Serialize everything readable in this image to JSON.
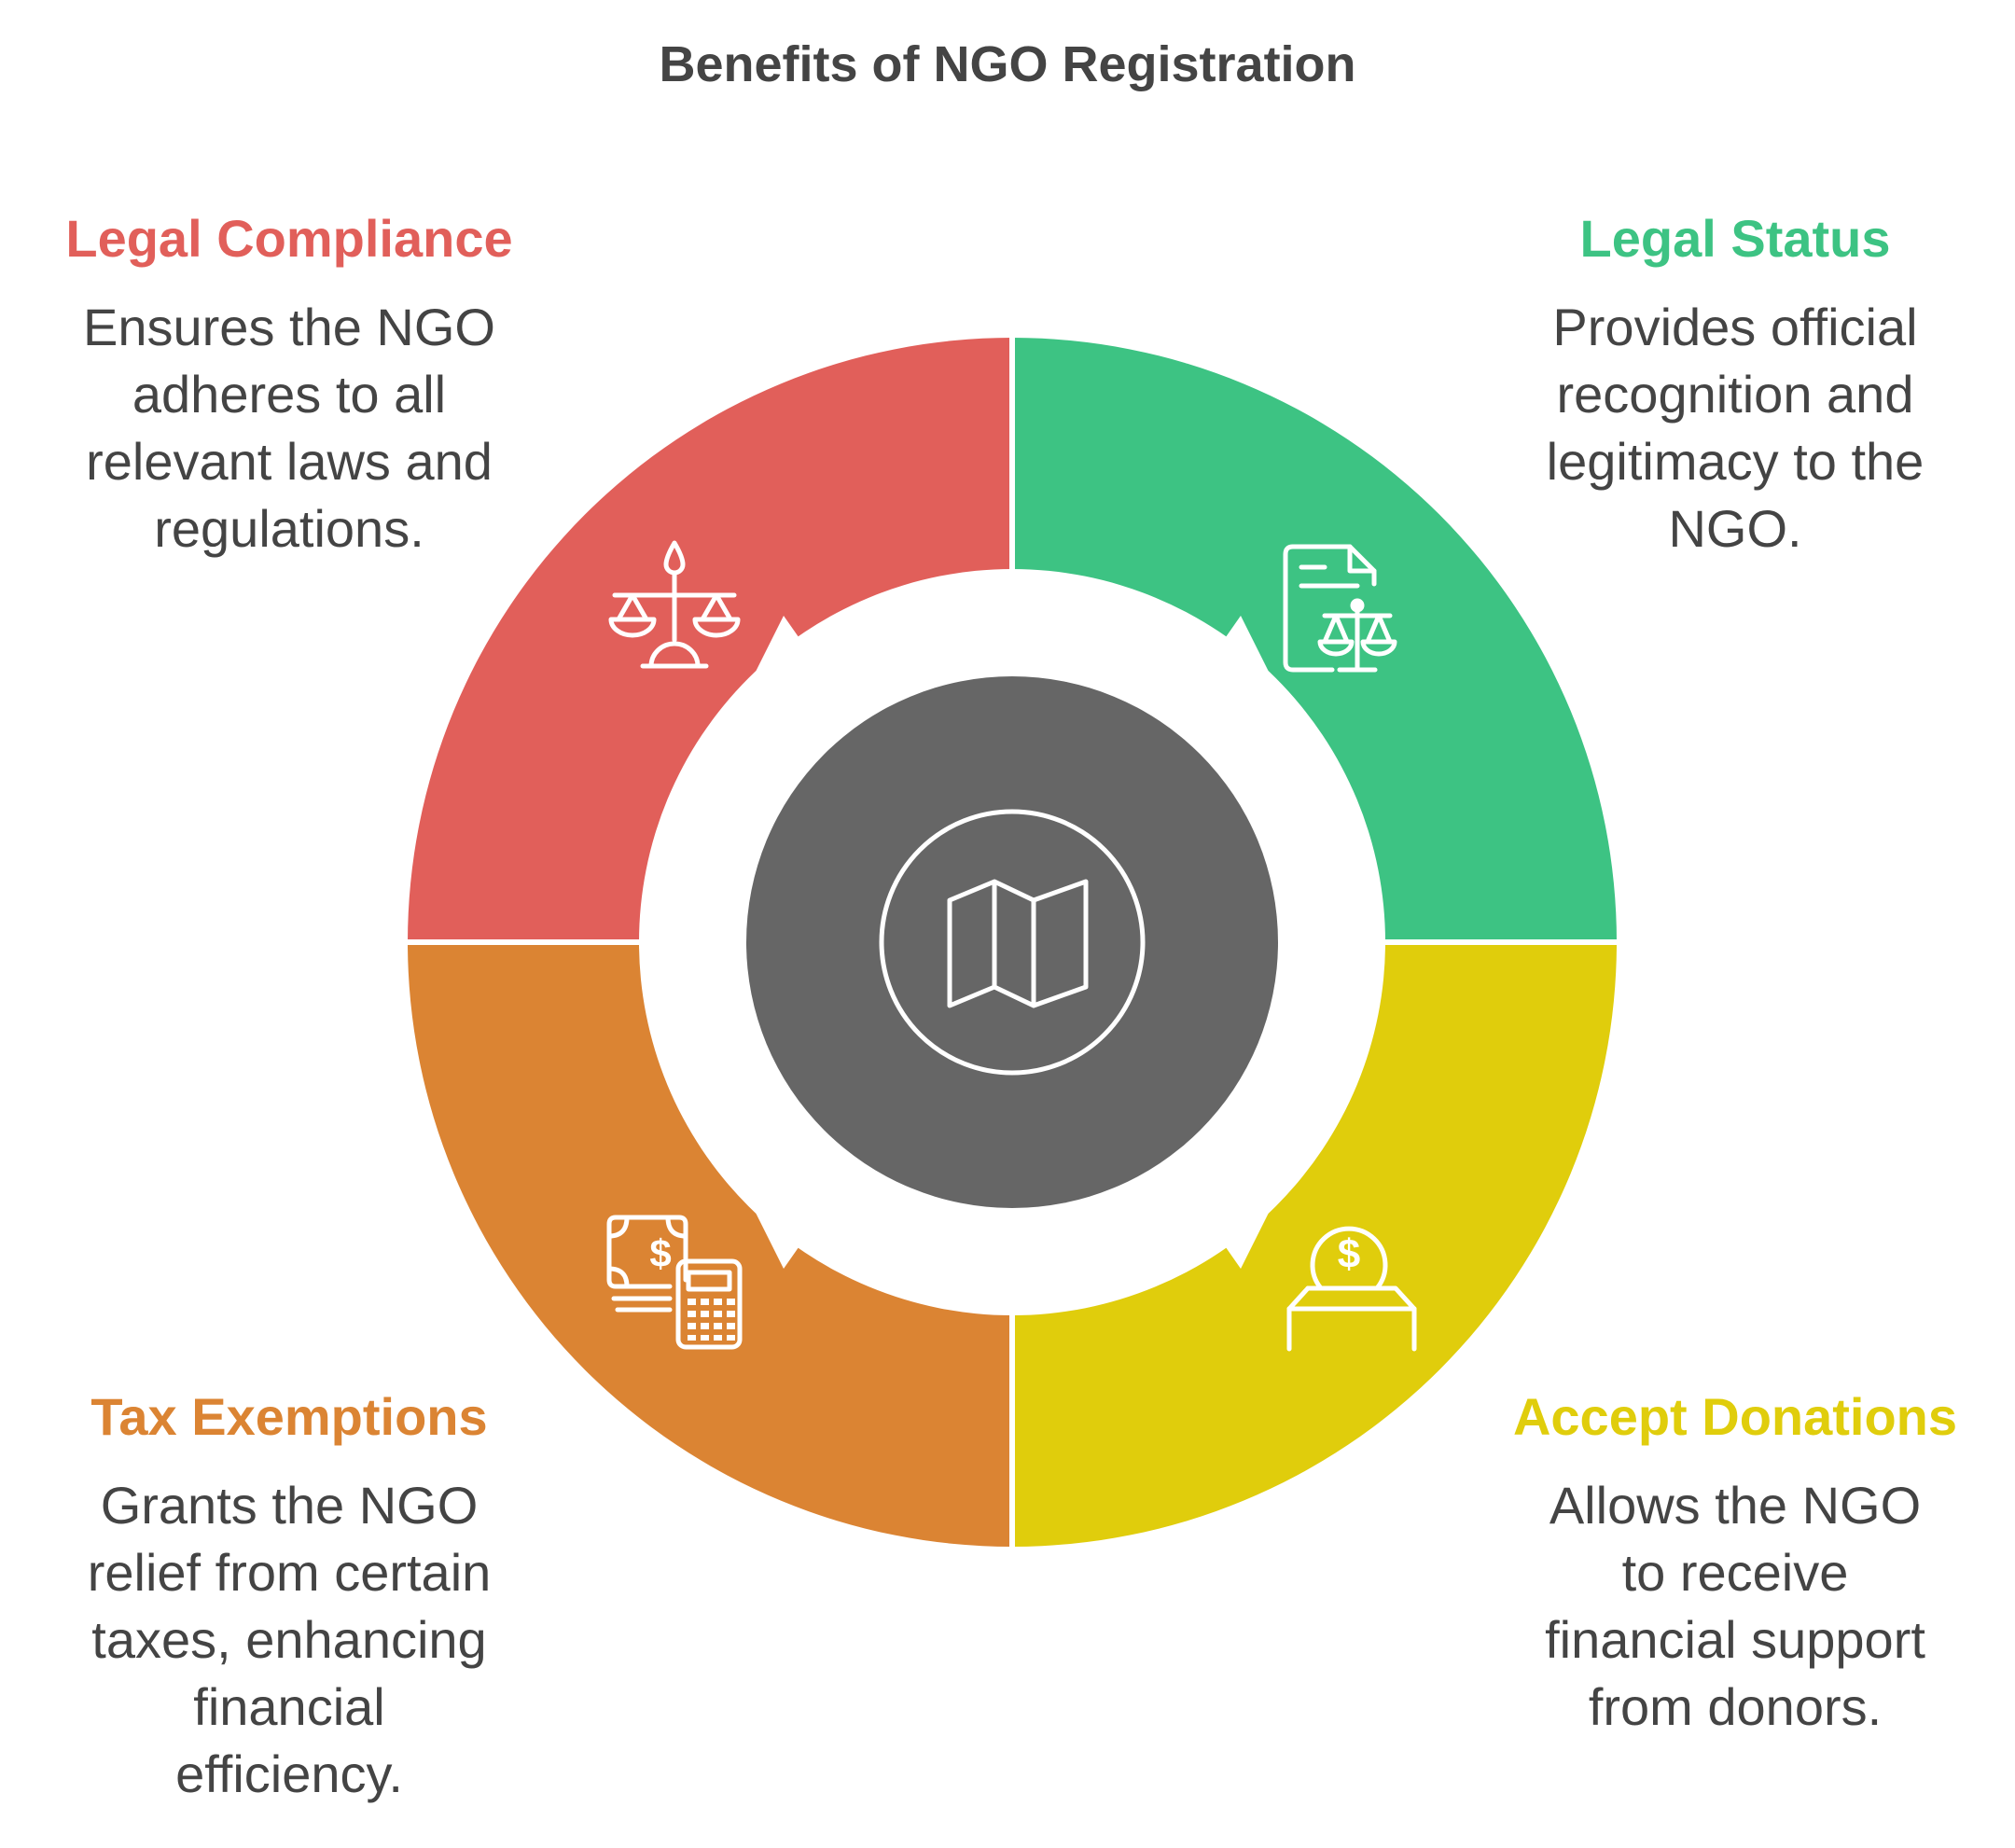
{
  "title": "Benefits of NGO Registration",
  "segments": [
    {
      "id": "legal-compliance",
      "heading": "Legal Compliance",
      "description": "Ensures the NGO adheres to all relevant laws and regulations.",
      "color": "#E15F5A",
      "icon": "scales-icon"
    },
    {
      "id": "legal-status",
      "heading": "Legal Status",
      "description": "Provides official recognition and legitimacy to the NGO.",
      "color": "#3DC383",
      "icon": "document-scales-icon"
    },
    {
      "id": "tax-exemptions",
      "heading": "Tax Exemptions",
      "description": "Grants the NGO relief from certain taxes, enhancing financial efficiency.",
      "color": "#DB8433",
      "icon": "money-calculator-icon"
    },
    {
      "id": "accept-donations",
      "heading": "Accept Donations",
      "description": "Allows the NGO to receive financial support from donors.",
      "color": "#E0CD0C",
      "icon": "donation-box-icon"
    }
  ],
  "center": {
    "color": "#666666",
    "icon": "map-icon"
  }
}
